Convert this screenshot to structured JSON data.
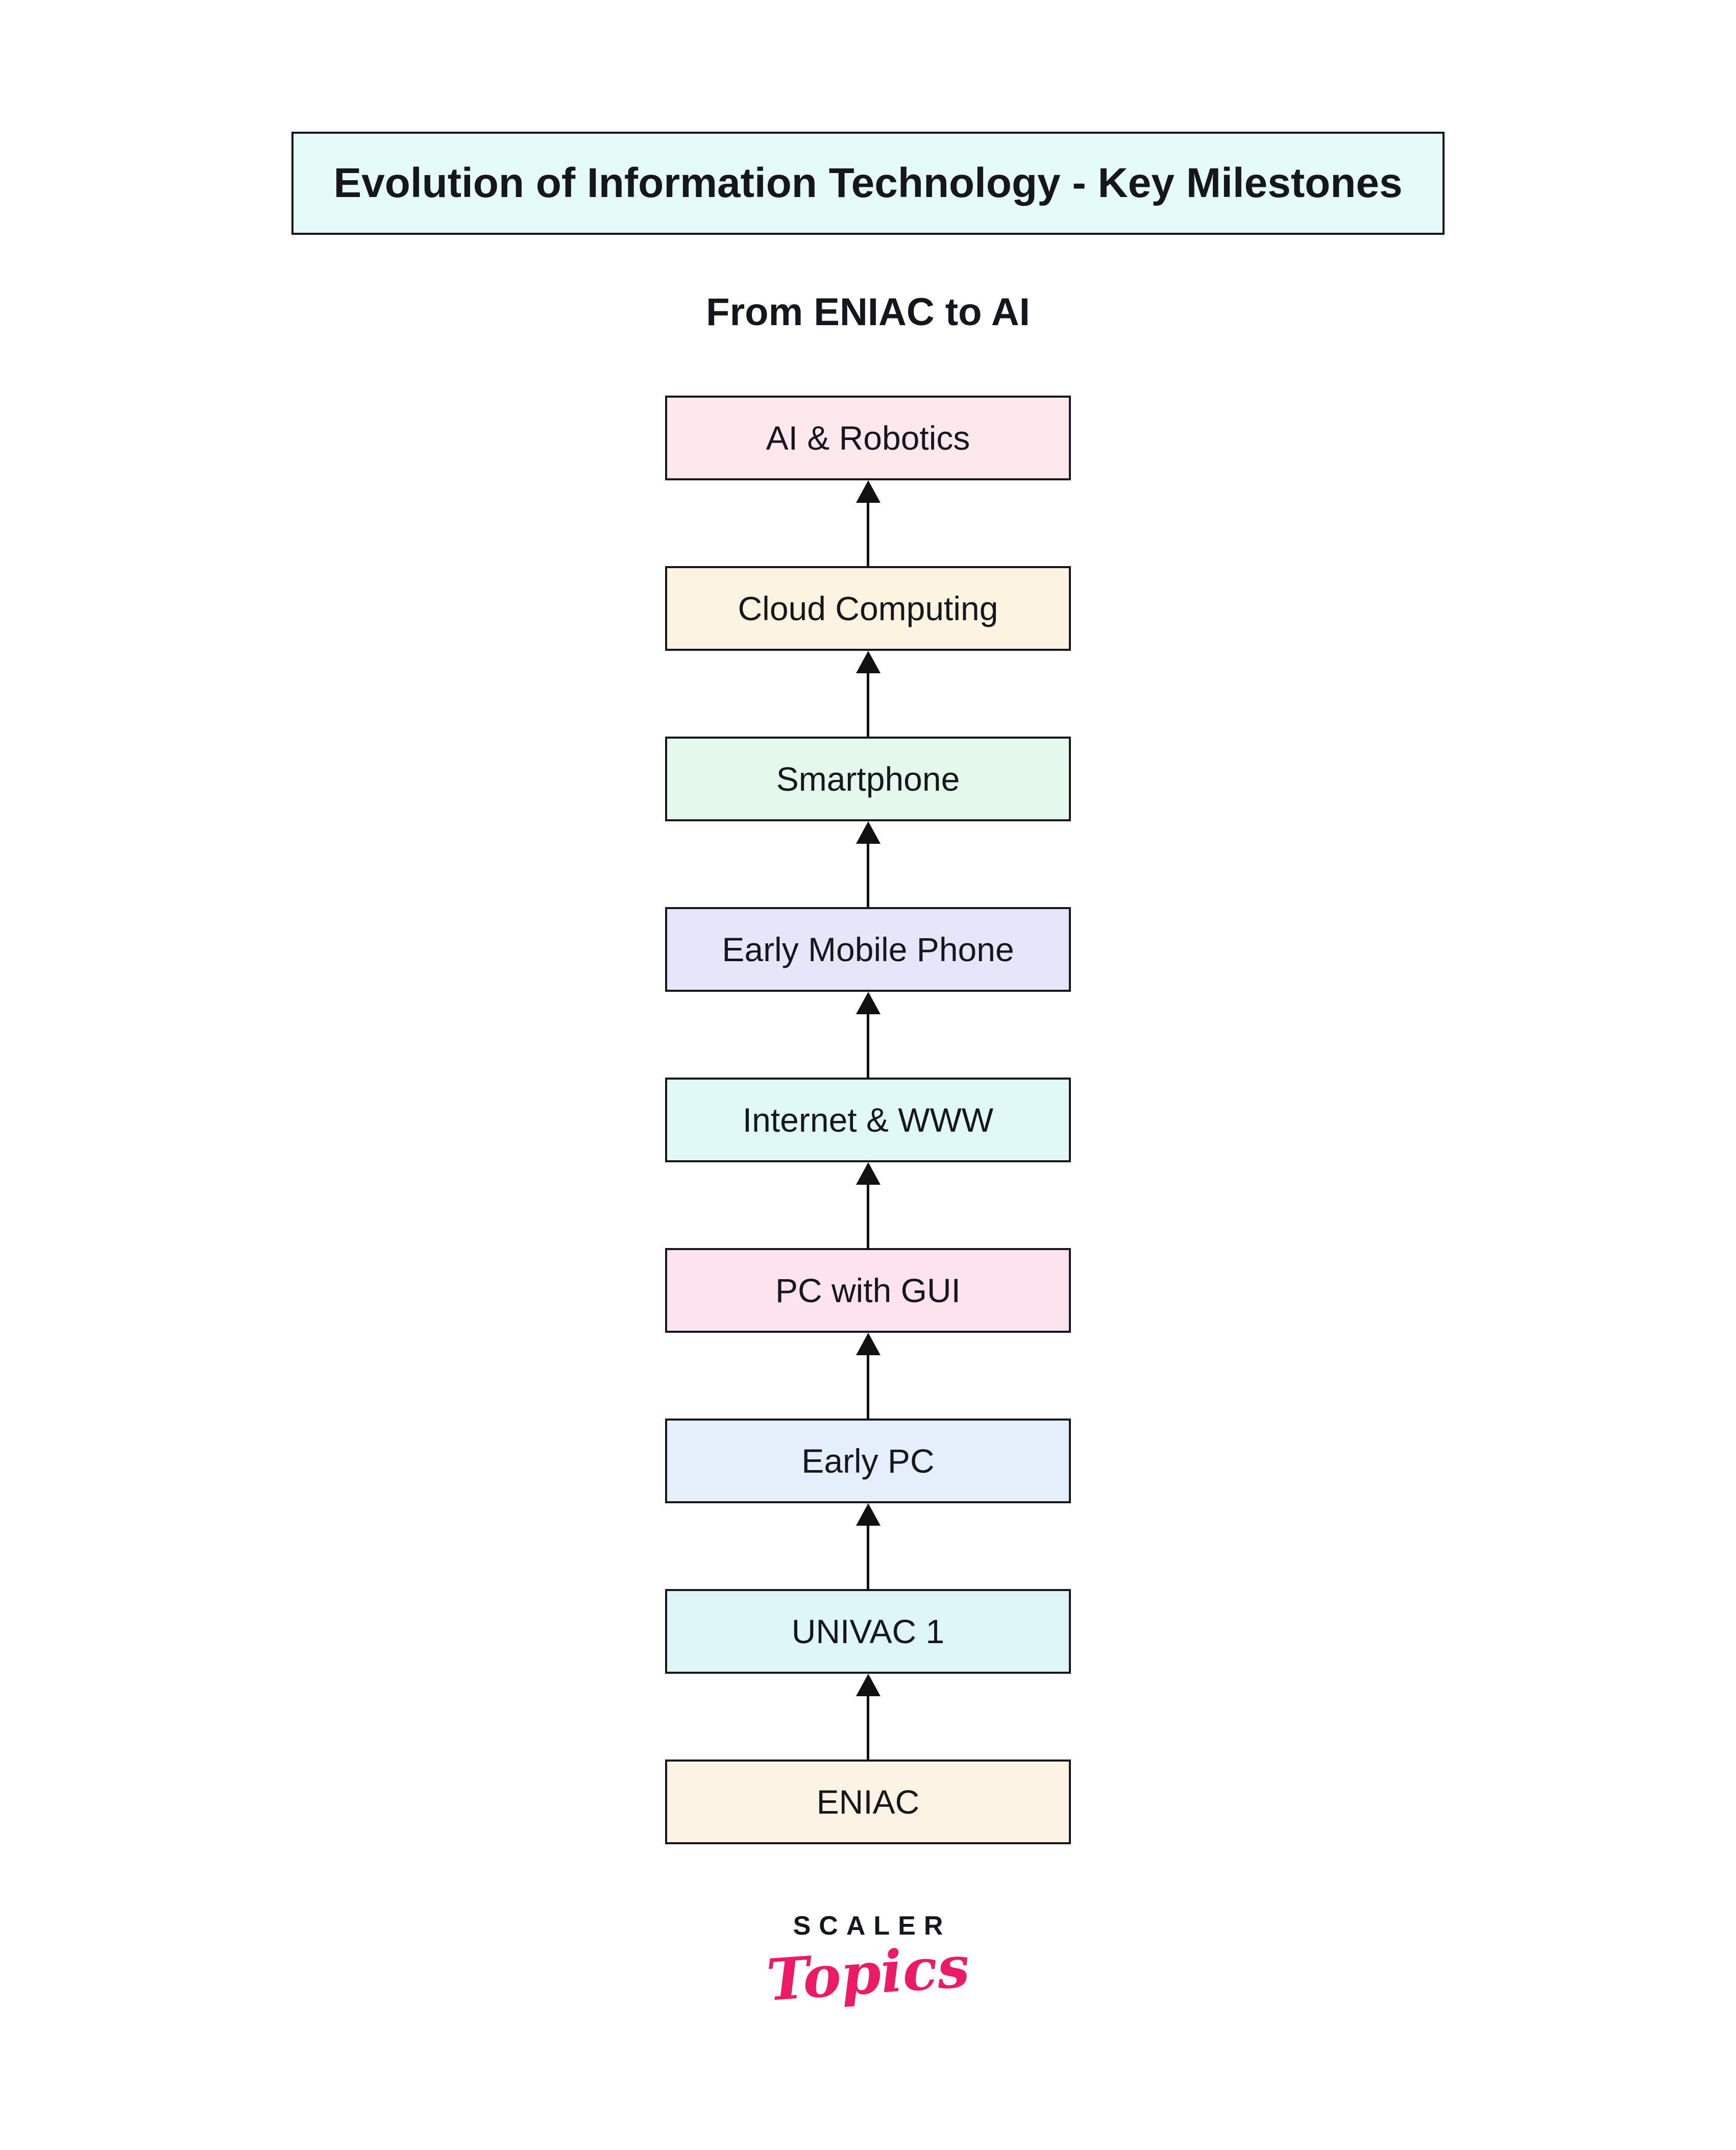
{
  "title": "Evolution of Information Technology - Key Milestones",
  "subtitle": "From ENIAC to AI",
  "flow": {
    "direction": "bottom-to-top",
    "nodes": [
      {
        "label": "AI & Robotics",
        "bg": "#fde9ed"
      },
      {
        "label": "Cloud Computing",
        "bg": "#fdf3e1"
      },
      {
        "label": "Smartphone",
        "bg": "#e4f9ec"
      },
      {
        "label": "Early Mobile Phone",
        "bg": "#e7e5f9"
      },
      {
        "label": "Internet & WWW",
        "bg": "#e0f9f7"
      },
      {
        "label": "PC with GUI",
        "bg": "#fce3ee"
      },
      {
        "label": "Early PC",
        "bg": "#e4effb"
      },
      {
        "label": "UNIVAC 1",
        "bg": "#dff6f8"
      },
      {
        "label": "ENIAC",
        "bg": "#fdf3e4"
      }
    ]
  },
  "branding": {
    "name": "SCALER",
    "product": "Topics"
  },
  "colors": {
    "border": "#16161d",
    "arrow": "#111111",
    "title_bg": "#e4fbfa",
    "accent_pink": "#ec1b68",
    "text": "#16161d"
  }
}
